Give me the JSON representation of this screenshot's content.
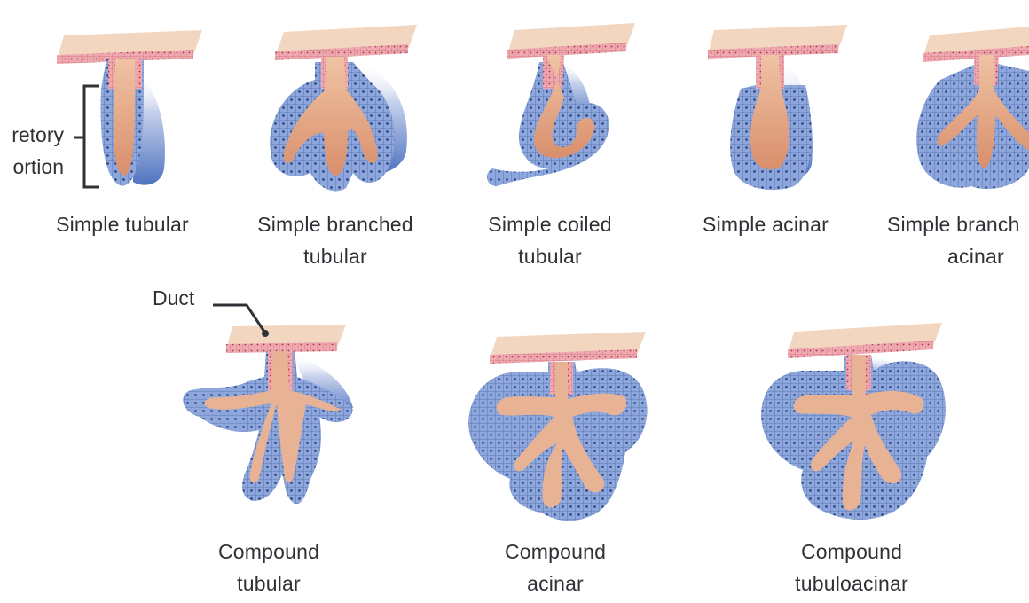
{
  "annotations": {
    "secretory_line1": "retory",
    "secretory_line2": "ortion",
    "duct": "Duct"
  },
  "glands": [
    {
      "lines": [
        "Simple tubular"
      ]
    },
    {
      "lines": [
        "Simple branched",
        "tubular"
      ]
    },
    {
      "lines": [
        "Simple coiled",
        "tubular"
      ]
    },
    {
      "lines": [
        "Simple acinar"
      ]
    },
    {
      "lines": [
        "Simple branch",
        "acinar"
      ]
    },
    {
      "lines": [
        "Compound",
        "tubular"
      ]
    },
    {
      "lines": [
        "Compound",
        "acinar"
      ]
    },
    {
      "lines": [
        "Compound",
        "tubuloacinar"
      ]
    }
  ],
  "colors": {
    "tissue": "#f3d6bf",
    "epithelium": "#ef9fa8",
    "lumen": "#e2a27f",
    "secretory": "#6f8fce",
    "secretory_light": "#9fb4e3",
    "cell_edge": "#3f5f9e",
    "text": "#2f3136"
  }
}
